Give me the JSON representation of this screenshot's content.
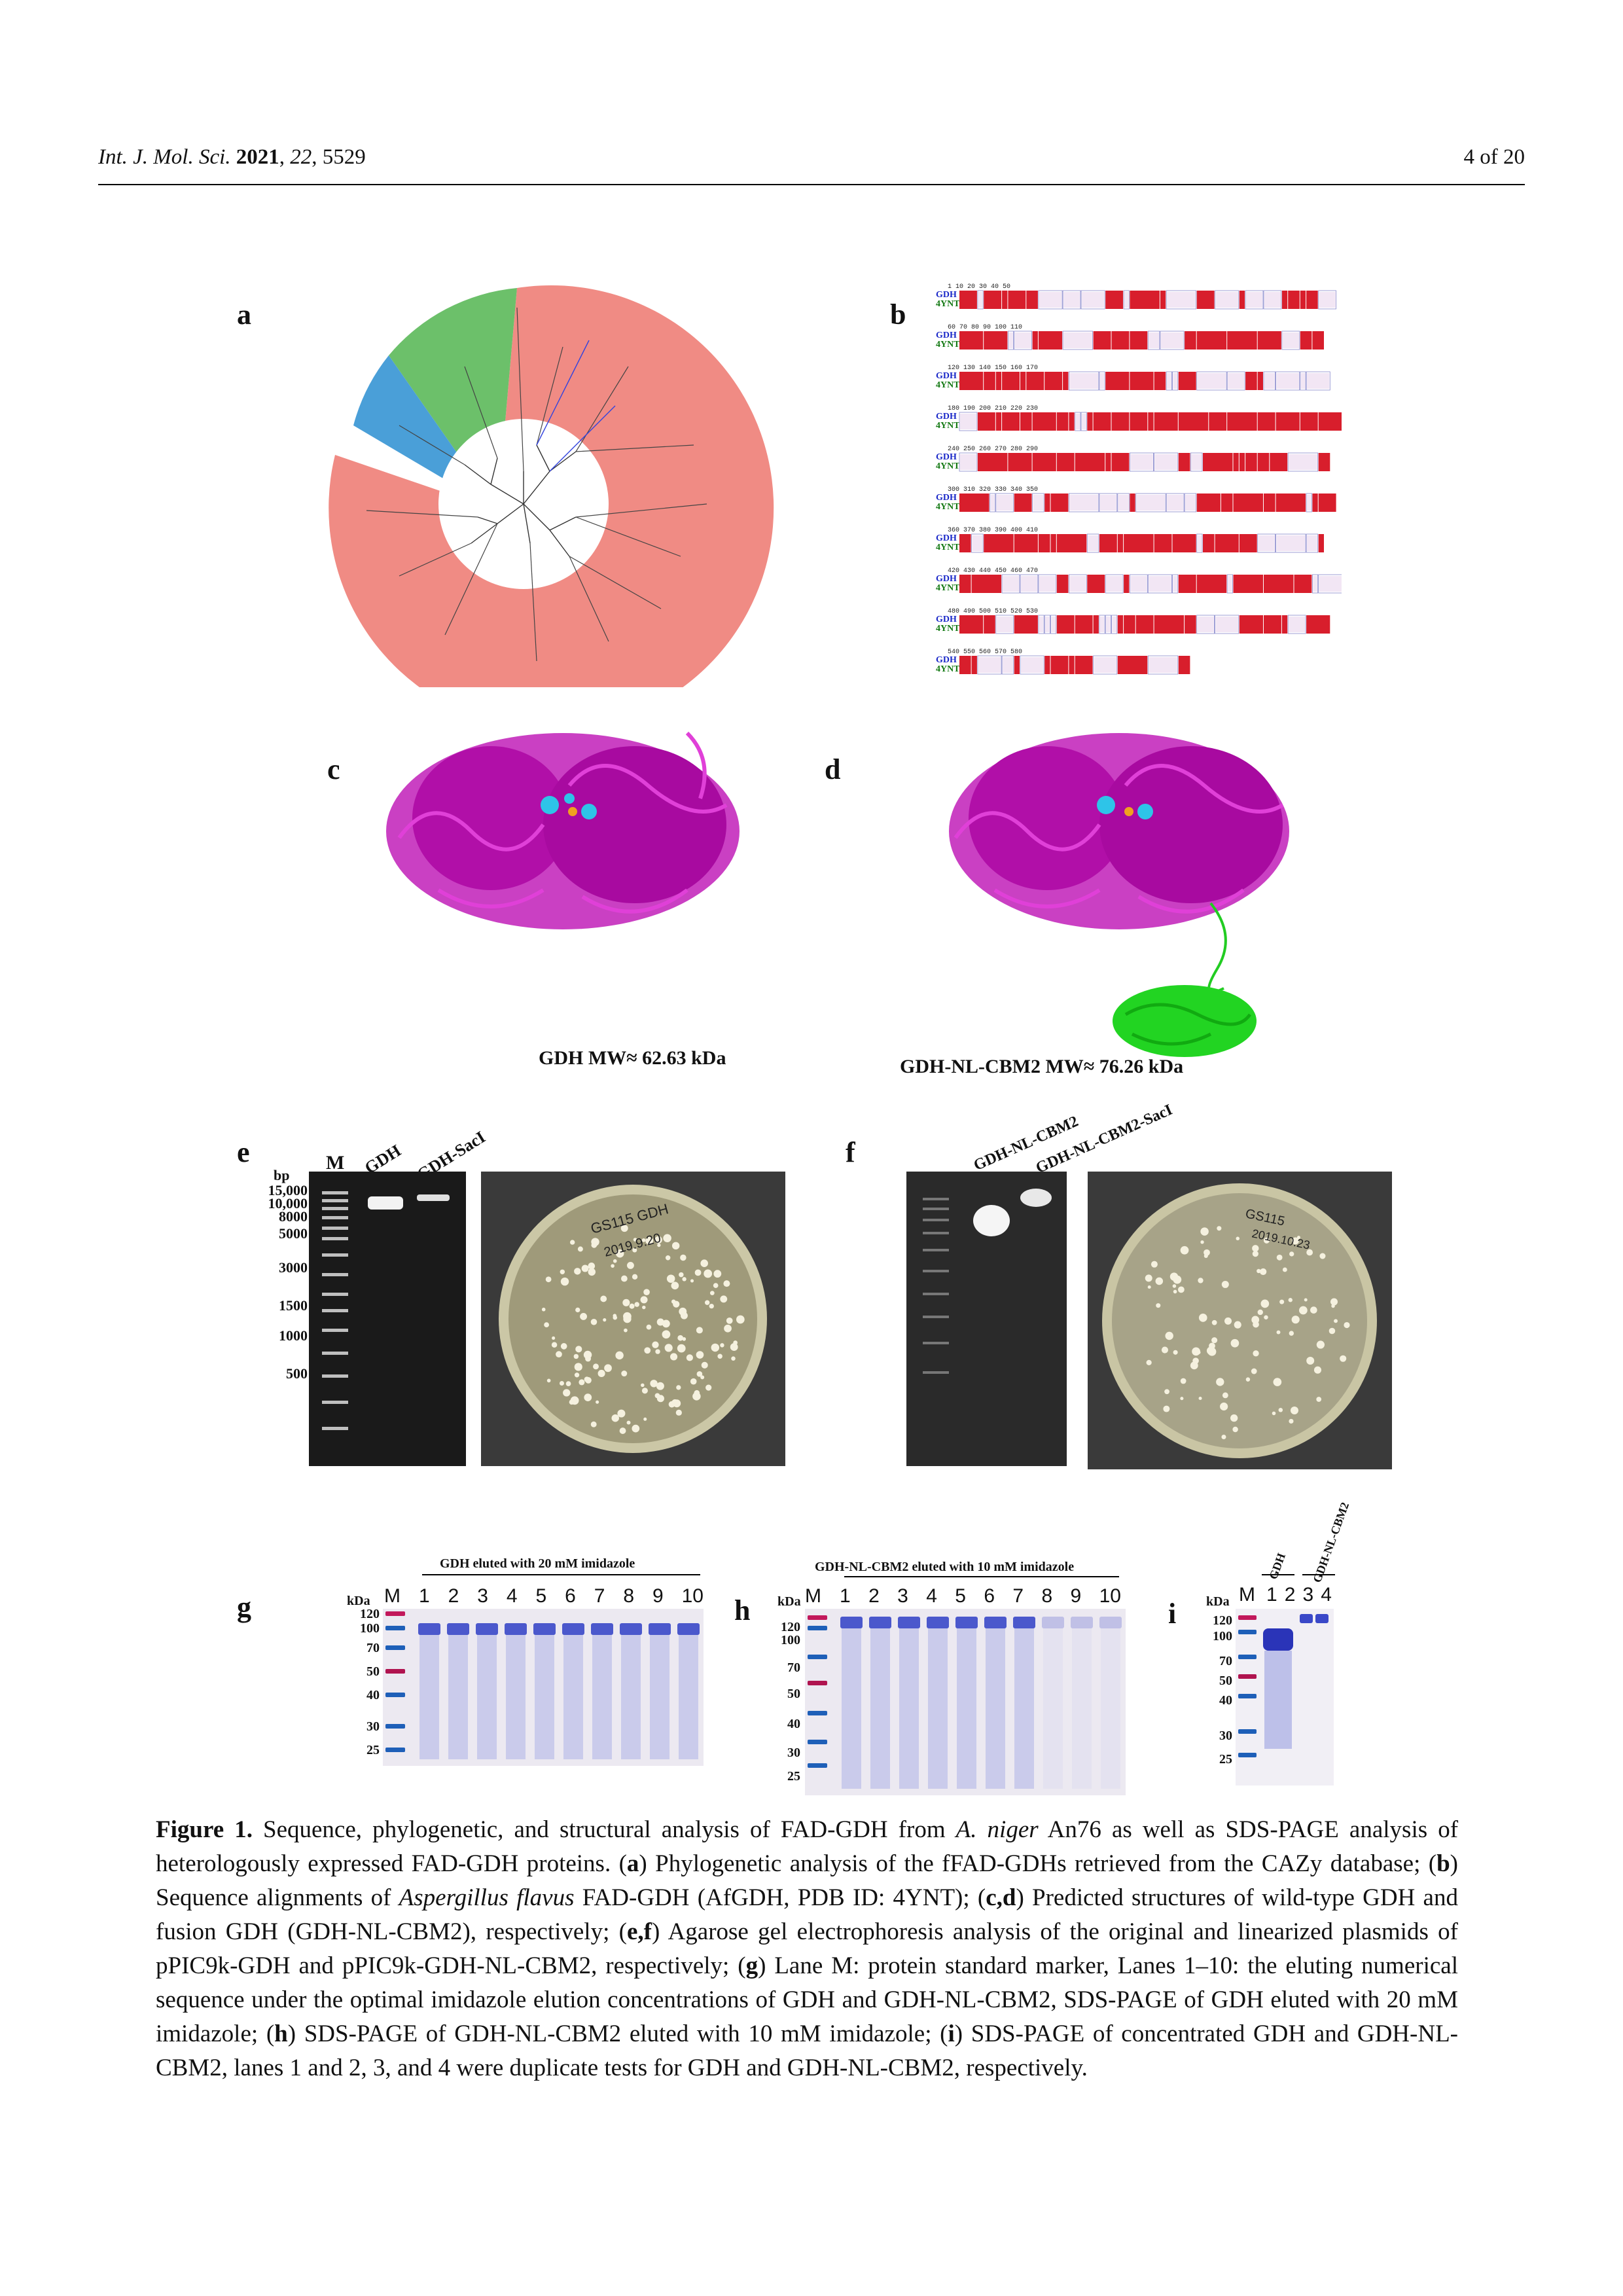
{
  "header": {
    "journal": "Int. J. Mol. Sci.",
    "year": "2021",
    "volume": "22",
    "article": "5529",
    "page": "4 of 20"
  },
  "panels": {
    "a": "a",
    "b": "b",
    "c": "c",
    "d": "d",
    "e": "e",
    "f": "f",
    "g": "g",
    "h": "h",
    "i": "i"
  },
  "panel_b": {
    "seq1": "GDH",
    "seq2": "4YNT",
    "numbers": [
      "1 10 20 30 40 50",
      "60 70 80 90 100 110",
      "120 130 140 150 160 170",
      "180 190 200 210 220 230",
      "240 250 260 270 280 290",
      "300 310 320 330 340 350",
      "360 370 380 390 400 410",
      "420 430 440 450 460 470",
      "480 490 500 510 520 530",
      "540 550 560 570 580"
    ]
  },
  "panel_c": {
    "label": "GDH   MW≈ 62.63 kDa"
  },
  "panel_d": {
    "label": "GDH-NL-CBM2   MW≈ 76.26 kDa"
  },
  "panel_e": {
    "bp_title": "bp",
    "ladder": [
      "15,000",
      "10,000",
      "8000",
      "5000",
      "3000",
      "1500",
      "1000",
      "500"
    ],
    "lane_M": "M",
    "lane1": "GDH",
    "lane2": "GDH-SacI",
    "plate_text_1": "GS115 GDH",
    "plate_text_2": "2019.9.20"
  },
  "panel_f": {
    "lane1": "GDH-NL-CBM2",
    "lane2": "GDH-NL-CBM2-SacI",
    "plate_text_1": "GS115",
    "plate_text_2": "2019.10.23"
  },
  "panel_g": {
    "title": "GDH eluted with 20 mM imidazole",
    "kda": "kDa",
    "lane_M": "M",
    "lanes": [
      "1",
      "2",
      "3",
      "4",
      "5",
      "6",
      "7",
      "8",
      "9",
      "10"
    ],
    "markers": [
      "120",
      "100",
      "70",
      "50",
      "40",
      "30",
      "25"
    ]
  },
  "panel_h": {
    "title": "GDH-NL-CBM2 eluted with 10 mM imidazole",
    "kda": "kDa",
    "lane_M": "M",
    "lanes": [
      "1",
      "2",
      "3",
      "4",
      "5",
      "6",
      "7",
      "8",
      "9",
      "10"
    ],
    "markers": [
      "120",
      "100",
      "70",
      "50",
      "40",
      "30",
      "25"
    ]
  },
  "panel_i": {
    "kda": "kDa",
    "lane_M": "M",
    "lanes": [
      "1",
      "2",
      "3",
      "4"
    ],
    "group1": "GDH",
    "group2": "GDH-NL-CBM2",
    "markers": [
      "120",
      "100",
      "70",
      "50",
      "40",
      "30",
      "25"
    ]
  },
  "caption": {
    "label": "Figure 1.",
    "t1": " Sequence, phylogenetic, and structural analysis of FAD-GDH from ",
    "species": "A. niger",
    "t2": " An76 as well as SDS-PAGE analysis of heterologously expressed FAD-GDH proteins. (",
    "a": "a",
    "t3": ") Phylogenetic analysis of the fFAD-GDHs retrieved from the CAZy database; (",
    "b": "b",
    "t4": ") Sequence alignments of ",
    "species2": "Aspergillus flavus",
    "t5": " FAD-GDH (AfGDH, PDB ID: 4YNT); (",
    "cd": "c,d",
    "t6": ") Predicted structures of wild-type GDH and fusion GDH (GDH-NL-CBM2), respectively; (",
    "ef": "e,f",
    "t7": ") Agarose gel electrophoresis analysis of the original and linearized plasmids of pPIC9k-GDH and pPIC9k-GDH-NL-CBM2, respectively; (",
    "g": "g",
    "t8": ") Lane M: protein standard marker, Lanes 1–10: the eluting numerical sequence under the optimal imidazole elution concentrations of GDH and GDH-NL-CBM2, SDS-PAGE of GDH eluted with 20 mM imidazole; (",
    "h": "h",
    "t9": ") SDS-PAGE of GDH-NL-CBM2 eluted with 10 mM imidazole; (",
    "i": "i",
    "t10": ") SDS-PAGE of concentrated GDH and GDH-NL-CBM2, lanes 1 and 2, 3, and 4 were duplicate tests for GDH and GDH-NL-CBM2, respectively."
  }
}
